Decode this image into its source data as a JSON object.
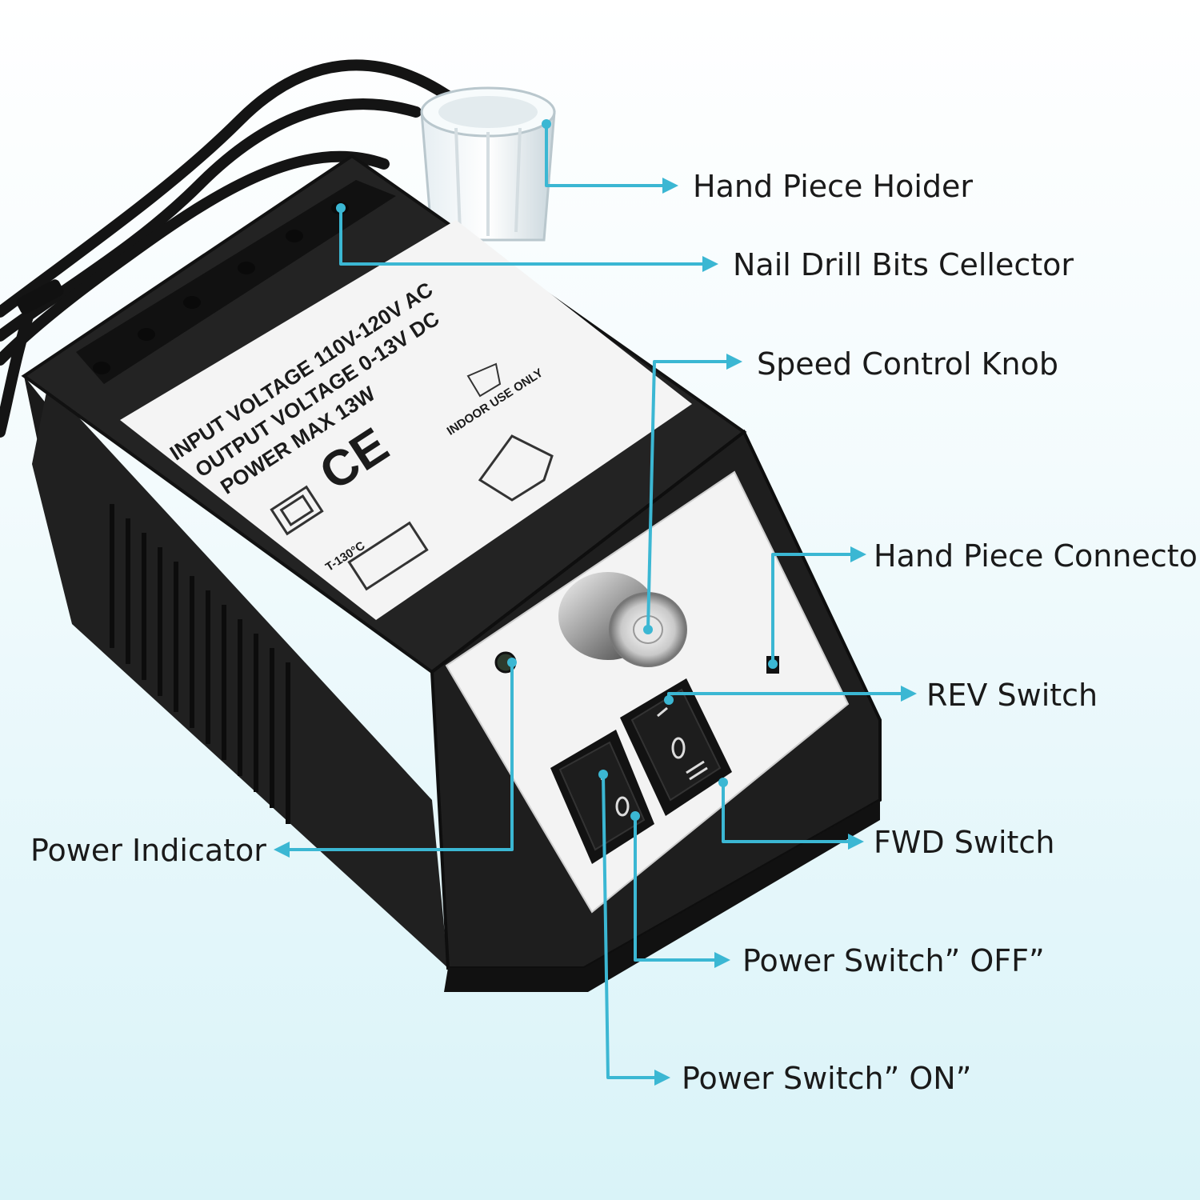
{
  "callouts": {
    "hand_piece_holder": "Hand Piece Hoider",
    "drill_bits_collector": "Nail Drill Bits Cellector",
    "speed_control_knob": "Speed Control Knob",
    "hand_piece_connector": "Hand Piece Connector",
    "rev_switch": "REV Switch",
    "fwd_switch": "FWD Switch",
    "power_off": "Power Switch”  OFF”",
    "power_on": "Power Switch”  ON”",
    "power_indicator": "Power Indicator"
  },
  "spec_label": {
    "line1": "INPUT VOLTAGE   110V-120V AC",
    "line2": "OUTPUT VOLTAGE 0-13V DC",
    "line3": "POWER MAX        13W",
    "ce_mark": "CE",
    "indoor": "INDOOR USE ONLY",
    "temp": "T-130°C"
  },
  "colors": {
    "accent": "#3bb7d3",
    "body": "#1c1c1c",
    "panel": "#f2f2f2"
  }
}
